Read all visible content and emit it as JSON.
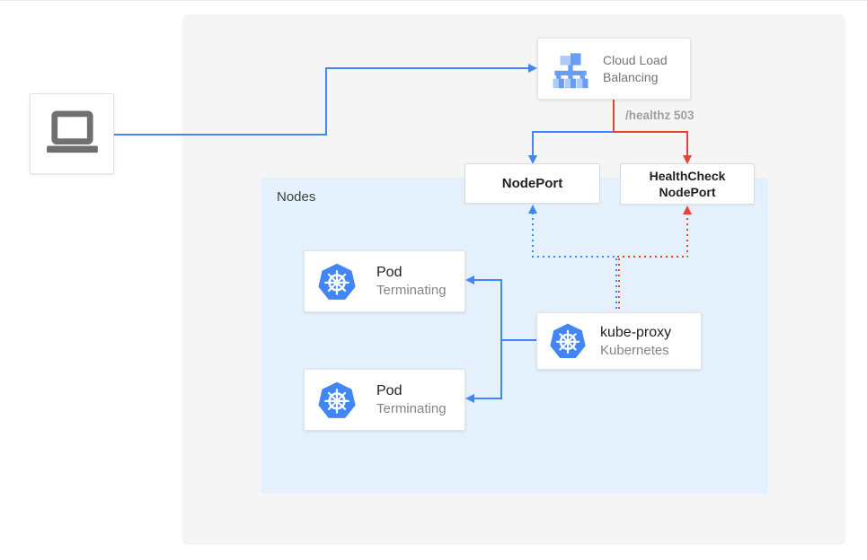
{
  "diagram": {
    "client": {
      "icon": "laptop-icon"
    },
    "clb": {
      "label": "Cloud Load Balancing",
      "icon": "load-balancer-icon"
    },
    "healthz_label": "/healthz 503",
    "nodes_group": {
      "label": "Nodes"
    },
    "nodeport": {
      "label": "NodePort"
    },
    "healthcheck_nodeport": {
      "label": "HealthCheck NodePort"
    },
    "pods": [
      {
        "label": "Pod",
        "status": "Terminating",
        "icon": "kubernetes-icon"
      },
      {
        "label": "Pod",
        "status": "Terminating",
        "icon": "kubernetes-icon"
      }
    ],
    "kube_proxy": {
      "label": "kube-proxy",
      "sublabel": "Kubernetes",
      "icon": "kubernetes-icon"
    },
    "colors": {
      "edge_blue": "#4285F4",
      "edge_red": "#EA4335",
      "outer_panel": "#F5F5F5",
      "nodes_panel": "#E4F1FC",
      "kubernetes_icon_blue": "#4285F4",
      "load_balancer_icon_blue": "#669DF6",
      "load_balancer_icon_light_blue": "#AECBFA"
    }
  }
}
